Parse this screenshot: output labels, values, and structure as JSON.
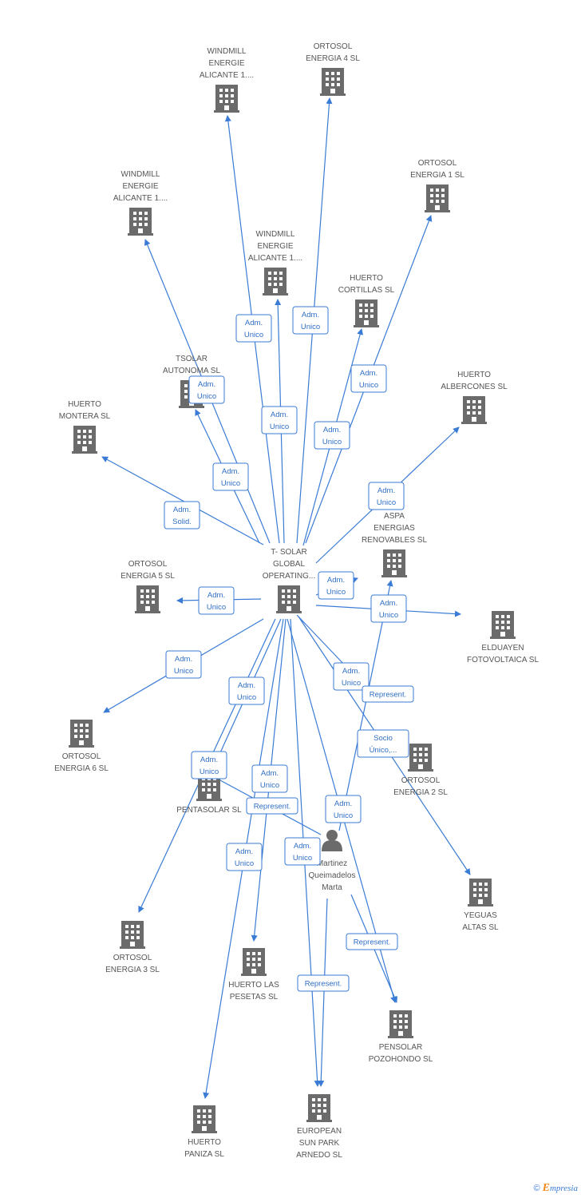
{
  "nodes": [
    {
      "id": "tsolar",
      "type": "company",
      "label": [
        "T- SOLAR",
        "GLOBAL",
        "OPERATING..."
      ]
    },
    {
      "id": "windmill1",
      "type": "company",
      "label": [
        "WINDMILL",
        "ENERGIE",
        "ALICANTE 1...."
      ]
    },
    {
      "id": "ortosol4",
      "type": "company",
      "label": [
        "ORTOSOL",
        "ENERGIA 4 SL"
      ]
    },
    {
      "id": "ortosol1",
      "type": "company",
      "label": [
        "ORTOSOL",
        "ENERGIA 1 SL"
      ]
    },
    {
      "id": "windmill2",
      "type": "company",
      "label": [
        "WINDMILL",
        "ENERGIE",
        "ALICANTE 1...."
      ]
    },
    {
      "id": "windmill3",
      "type": "company",
      "label": [
        "WINDMILL",
        "ENERGIE",
        "ALICANTE 1...."
      ]
    },
    {
      "id": "cortillas",
      "type": "company",
      "label": [
        "HUERTO",
        "CORTILLAS SL"
      ]
    },
    {
      "id": "tsolaraut",
      "type": "company",
      "label": [
        "TSOLAR",
        "AUTONOMA SL"
      ]
    },
    {
      "id": "albercones",
      "type": "company",
      "label": [
        "HUERTO",
        "ALBERCONES SL"
      ]
    },
    {
      "id": "montera",
      "type": "company",
      "label": [
        "HUERTO",
        "MONTERA SL"
      ]
    },
    {
      "id": "aspa",
      "type": "company",
      "label": [
        "ASPA",
        "ENERGIAS",
        "RENOVABLES SL"
      ]
    },
    {
      "id": "ortosol5",
      "type": "company",
      "label": [
        "ORTOSOL",
        "ENERGIA 5 SL"
      ]
    },
    {
      "id": "elduayen",
      "type": "company",
      "label": [
        "ELDUAYEN",
        "FOTOVOLTAICA SL"
      ]
    },
    {
      "id": "ortosol6",
      "type": "company",
      "label": [
        "ORTOSOL",
        "ENERGIA 6 SL"
      ]
    },
    {
      "id": "ortosol2",
      "type": "company",
      "label": [
        "ORTOSOL",
        "ENERGIA 2 SL"
      ]
    },
    {
      "id": "pentasolar",
      "type": "company",
      "label": [
        "PENTASOLAR SL"
      ]
    },
    {
      "id": "martinez",
      "type": "person",
      "label": [
        "Martinez",
        "Queimadelos",
        "Marta"
      ]
    },
    {
      "id": "yeguas",
      "type": "company",
      "label": [
        "YEGUAS",
        "ALTAS SL"
      ]
    },
    {
      "id": "ortosol3",
      "type": "company",
      "label": [
        "ORTOSOL",
        "ENERGIA 3 SL"
      ]
    },
    {
      "id": "pesetas",
      "type": "company",
      "label": [
        "HUERTO LAS",
        "PESETAS SL"
      ]
    },
    {
      "id": "pozohondo",
      "type": "company",
      "label": [
        "PENSOLAR",
        "POZOHONDO SL"
      ]
    },
    {
      "id": "paniza",
      "type": "company",
      "label": [
        "HUERTO",
        "PANIZA SL"
      ]
    },
    {
      "id": "arnedo",
      "type": "company",
      "label": [
        "EUROPEAN",
        "SUN PARK",
        "ARNEDO SL"
      ]
    }
  ],
  "edges": [
    {
      "from": "tsolar",
      "to": "windmill1",
      "label": [
        "Adm.",
        "Unico"
      ]
    },
    {
      "from": "tsolar",
      "to": "ortosol4",
      "label": [
        "Adm.",
        "Unico"
      ]
    },
    {
      "from": "tsolar",
      "to": "ortosol1",
      "label": [
        "Adm.",
        "Unico"
      ]
    },
    {
      "from": "tsolar",
      "to": "windmill2",
      "label": [
        "Adm.",
        "Unico"
      ]
    },
    {
      "from": "tsolar",
      "to": "windmill3",
      "label": [
        "Adm.",
        "Unico"
      ]
    },
    {
      "from": "tsolar",
      "to": "cortillas",
      "label": [
        "Adm.",
        "Unico"
      ]
    },
    {
      "from": "tsolar",
      "to": "tsolaraut",
      "label": [
        "Adm.",
        "Unico"
      ]
    },
    {
      "from": "tsolar",
      "to": "albercones",
      "label": [
        "Adm.",
        "Unico"
      ]
    },
    {
      "from": "tsolar",
      "to": "montera",
      "label": [
        "Adm.",
        "Solid."
      ]
    },
    {
      "from": "tsolar",
      "to": "aspa",
      "label": [
        "Adm.",
        "Unico"
      ]
    },
    {
      "from": "tsolar",
      "to": "ortosol5",
      "label": [
        "Adm.",
        "Unico"
      ]
    },
    {
      "from": "tsolar",
      "to": "elduayen",
      "label": [
        "Adm.",
        "Unico"
      ]
    },
    {
      "from": "tsolar",
      "to": "ortosol6",
      "label": [
        "Adm.",
        "Unico"
      ]
    },
    {
      "from": "tsolar",
      "to": "ortosol2",
      "label": [
        "Adm.",
        "Unico"
      ]
    },
    {
      "from": "tsolar",
      "to": "pentasolar",
      "label": [
        "Adm.",
        "Unico"
      ]
    },
    {
      "from": "tsolar",
      "to": "yeguas",
      "label": [
        "Socio",
        "Único,..."
      ]
    },
    {
      "from": "tsolar",
      "to": "ortosol3",
      "label": [
        "Adm.",
        "Unico"
      ]
    },
    {
      "from": "tsolar",
      "to": "pesetas",
      "label": [
        "Adm.",
        "Unico"
      ]
    },
    {
      "from": "tsolar",
      "to": "pozohondo",
      "label": [
        "Adm.",
        "Unico"
      ]
    },
    {
      "from": "tsolar",
      "to": "paniza",
      "label": [
        "Adm.",
        "Unico"
      ]
    },
    {
      "from": "tsolar",
      "to": "arnedo",
      "label": [
        "Adm.",
        "Unico"
      ]
    },
    {
      "from": "martinez",
      "to": "pentasolar",
      "label": [
        "Represent."
      ]
    },
    {
      "from": "martinez",
      "to": "aspa",
      "label": [
        "Represent."
      ]
    },
    {
      "from": "martinez",
      "to": "pozohondo",
      "label": [
        "Represent."
      ]
    },
    {
      "from": "martinez",
      "to": "arnedo",
      "label": [
        "Represent."
      ]
    }
  ],
  "brand": {
    "copyright": "©",
    "name_first": "E",
    "name_rest": "mpresia"
  }
}
